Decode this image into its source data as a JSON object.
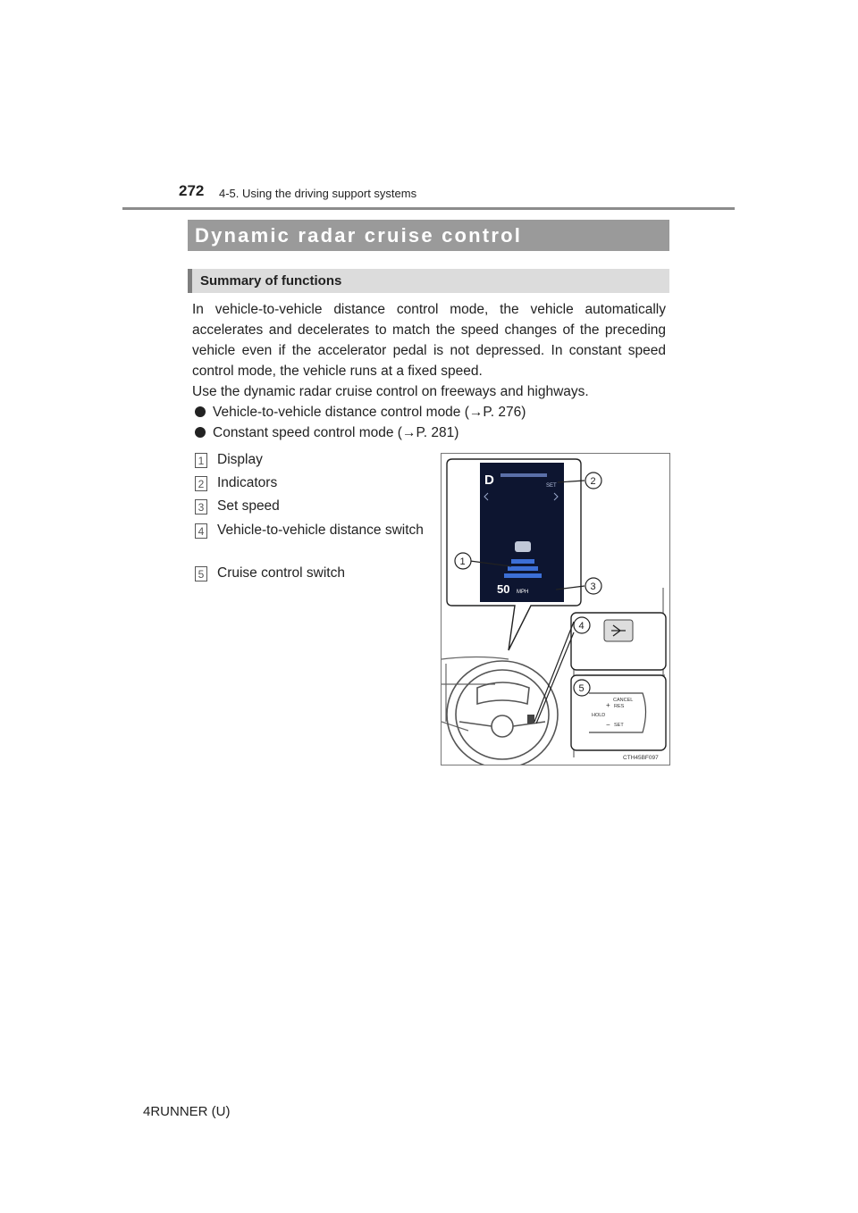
{
  "header": {
    "page_number": "272",
    "section": "4-5. Using the driving support systems"
  },
  "title": "Dynamic radar cruise control",
  "subtitle": "Summary of functions",
  "paragraphs": [
    "In vehicle-to-vehicle distance control mode, the vehicle automatically accelerates and decelerates to match the speed changes of the preceding vehicle even if the accelerator pedal is not depressed. In constant speed control mode, the vehicle runs at a fixed speed.",
    "Use the dynamic radar cruise control on freeways and highways."
  ],
  "bullets": [
    "Vehicle-to-vehicle distance control mode (→P. 276)",
    "Constant speed control mode (→P. 281)"
  ],
  "numbered_items": [
    {
      "num": "1",
      "label": "Display"
    },
    {
      "num": "2",
      "label": "Indicators"
    },
    {
      "num": "3",
      "label": "Set speed"
    },
    {
      "num": "4",
      "label": "Vehicle-to-vehicle distance switch"
    },
    {
      "num": "5",
      "label": "Cruise control switch"
    }
  ],
  "figure": {
    "callouts": [
      "1",
      "2",
      "3",
      "4",
      "5"
    ],
    "display_gear": "D",
    "display_set_label": "SET",
    "display_speed": "50",
    "display_speed_unit": "MPH",
    "switch_labels": {
      "cancel": "CANCEL",
      "res": "RES",
      "hold": "HOLD",
      "set": "SET",
      "plus": "+",
      "minus": "−"
    },
    "code": "CTH45BF097"
  },
  "footer": "4RUNNER (U)",
  "colors": {
    "title_bar": "#9a9a9a",
    "sub_bar": "#dcdcdc",
    "rule": "#8c8c8c",
    "display_bg": "#0d1530"
  }
}
